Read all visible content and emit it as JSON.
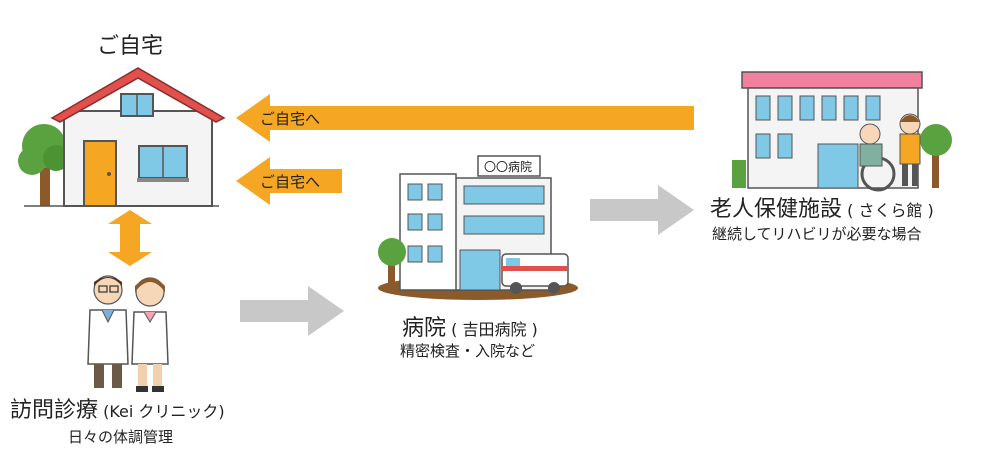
{
  "home": {
    "title": "ご自宅"
  },
  "arrows": {
    "return_label_top": "ご自宅へ",
    "return_label_mid": "ご自宅へ"
  },
  "clinic": {
    "title": "訪問診療",
    "name_paren": "(Kei クリニック)",
    "subtitle": "日々の体調管理"
  },
  "hospital": {
    "sign": "〇〇病院",
    "title": "病院",
    "name_paren": "( 吉田病院 )",
    "subtitle": "精密検査・入院など"
  },
  "facility": {
    "title": "老人保健施設",
    "name_paren": "( さくら館 )",
    "subtitle": "継続してリハビリが必要な場合"
  },
  "colors": {
    "orange": "#f5a623",
    "gray": "#c8c8c8",
    "roof_red": "#e0504c",
    "facility_roof": "#f07fa0"
  }
}
